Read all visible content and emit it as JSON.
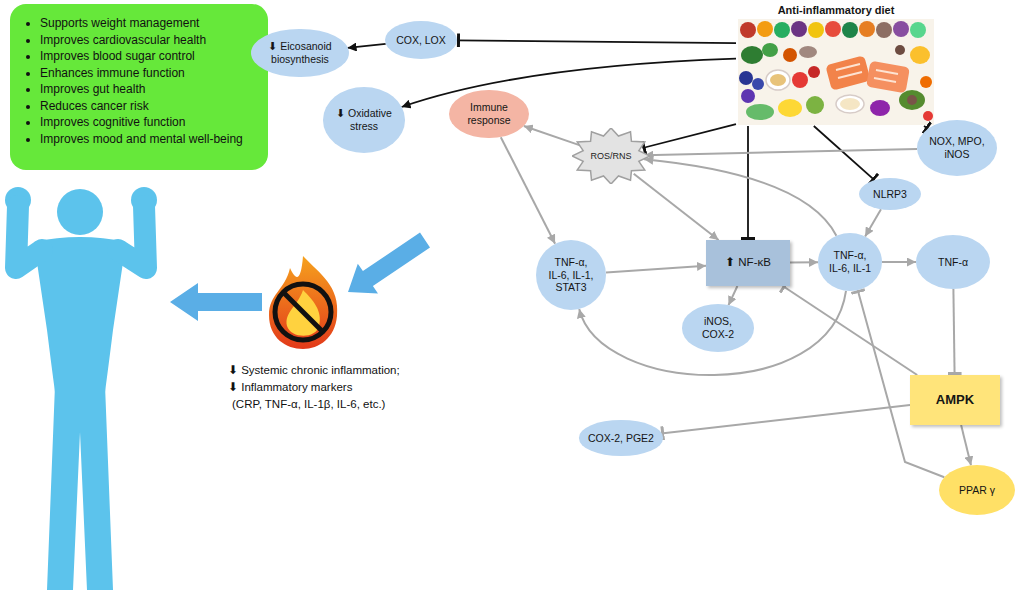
{
  "diagram": {
    "nodes": [
      {
        "text": [
          "Supports weight management",
          "Improves cardiovascular health",
          "Improves blood sugar control",
          "Enhances immune function",
          "Improves gut health",
          "Reduces cancer risk",
          "Improves cognitive function",
          "Improves mood and mental well-being"
        ]
      },
      {
        "text": [
          "Anti-inflammatory diet"
        ]
      },
      {
        "text": [
          "⬇ Eicosanoid biosynthesis"
        ]
      },
      {
        "text": [
          "COX, LOX"
        ]
      },
      {
        "text": [
          "⬇ Oxidative stress"
        ]
      },
      {
        "text": [
          "Immune response"
        ]
      },
      {
        "text": [
          "ROS/RNS"
        ]
      },
      {
        "text": [
          "NOX, MPO, iNOS"
        ]
      },
      {
        "text": [
          "NLRP3"
        ]
      },
      {
        "text": [
          "TNF-α, IL-6, IL-1, STAT3"
        ]
      },
      {
        "text": [
          "⬆ NF-κB"
        ]
      },
      {
        "text": [
          "TNF-α, IL-6, IL-1"
        ]
      },
      {
        "text": [
          "TNF-α"
        ]
      },
      {
        "text": [
          "iNOS, COX-2"
        ]
      },
      {
        "text": [
          "AMPK"
        ]
      },
      {
        "text": [
          "COX-2, PGE2"
        ]
      },
      {
        "text": [
          "PPAR γ"
        ]
      }
    ],
    "edges": [
      {
        "from": 1,
        "to": 3,
        "arrow": "to"
      },
      {
        "from": 3,
        "to": 2,
        "arrow": "to"
      },
      {
        "from": 1,
        "to": 4,
        "arrow": "to"
      },
      {
        "from": 1,
        "to": 6,
        "arrow": "to"
      },
      {
        "from": 1,
        "to": 10,
        "arrow": "to"
      },
      {
        "from": 1,
        "to": 8,
        "arrow": "to"
      },
      {
        "from": 1,
        "to": 7,
        "arrow": "to"
      },
      {
        "from": 7,
        "to": 6,
        "arrow": "to"
      },
      {
        "from": 6,
        "to": 5,
        "arrow": "to"
      },
      {
        "from": 6,
        "to": 10,
        "arrow": "to"
      },
      {
        "from": 11,
        "to": 6,
        "arrow": "to"
      },
      {
        "from": 5,
        "to": 9,
        "arrow": "to"
      },
      {
        "from": 9,
        "to": 10,
        "arrow": "to"
      },
      {
        "from": 10,
        "to": 11,
        "arrow": "to"
      },
      {
        "from": 10,
        "to": 13,
        "arrow": "to"
      },
      {
        "from": 8,
        "to": 11,
        "arrow": "to"
      },
      {
        "from": 11,
        "to": 12,
        "arrow": "to"
      },
      {
        "from": 12,
        "to": 14,
        "arrow": "to"
      },
      {
        "from": 14,
        "to": 10,
        "arrow": "to"
      },
      {
        "from": 14,
        "to": 15,
        "arrow": "to"
      },
      {
        "from": 14,
        "to": 16,
        "arrow": "to"
      },
      {
        "from": 16,
        "to": 11,
        "arrow": "to"
      },
      {
        "from": 11,
        "to": 9,
        "arrow": "to"
      }
    ],
    "labels": [
      "⬇ Systemic chronic inflammation;",
      "⬇ Inflammatory markers",
      "(CRP, TNF-α, IL-1β, IL-6, etc.)"
    ]
  }
}
